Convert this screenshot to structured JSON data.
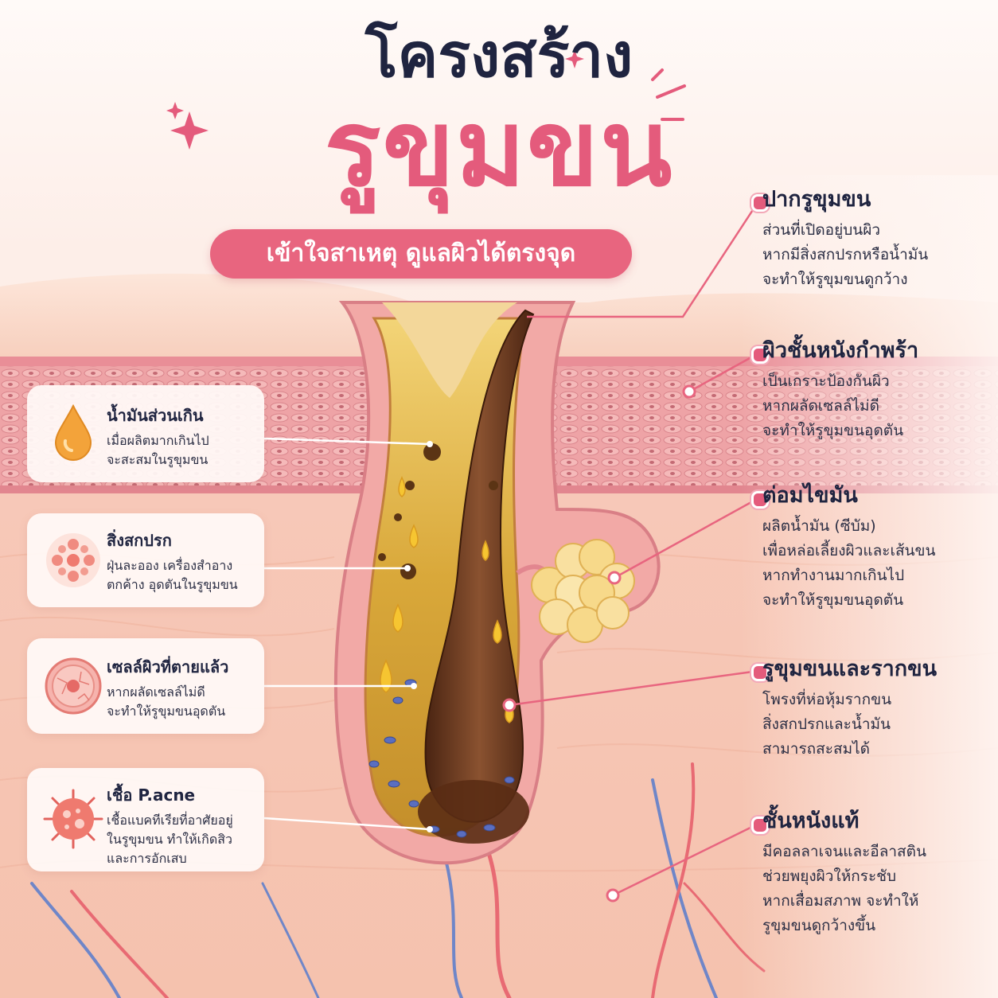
{
  "header": {
    "title_line1": "โครงสร้าง",
    "title_line2": "รูขุมขน",
    "subtitle": "เข้าใจสาเหตุ ดูแลผิวได้ตรงจุด"
  },
  "left_cards": [
    {
      "title": "น้ำมันส่วนเกิน",
      "lines": [
        "เมื่อผลิตมากเกินไป",
        "จะสะสมในรูขุมขน"
      ]
    },
    {
      "title": "สิ่งสกปรก",
      "lines": [
        "ฝุ่นละออง เครื่องสำอาง",
        "ตกค้าง อุดตันในรูขุมขน"
      ]
    },
    {
      "title": "เซลล์ผิวที่ตายแล้ว",
      "lines": [
        "หากผลัดเซลล์ไม่ดี",
        "จะทำให้รูขุมขนอุดตัน"
      ]
    },
    {
      "title": "เชื้อ P.acne",
      "lines": [
        "เชื้อแบคทีเรียที่อาศัยอยู่",
        "ในรูขุมขน ทำให้เกิดสิว",
        "และการอักเสบ"
      ]
    }
  ],
  "right_labels": [
    {
      "title": "ปากรูขุมขน",
      "lines": [
        "ส่วนที่เปิดอยู่บนผิว",
        "หากมีสิ่งสกปรกหรือน้ำมัน",
        "จะทำให้รูขุมขนดูกว้าง"
      ]
    },
    {
      "title": "ผิวชั้นหนังกำพร้า",
      "lines": [
        "เป็นเกราะป้องกันผิว",
        "หากผลัดเซลล์ไม่ดี",
        "จะทำให้รูขุมขนอุดตัน"
      ]
    },
    {
      "title": "ต่อมไขมัน",
      "lines": [
        "ผลิตน้ำมัน (ซีบัม)",
        "เพื่อหล่อเลี้ยงผิวและเส้นขน",
        "หากทำงานมากเกินไป",
        "จะทำให้รูขุมขนอุดตัน"
      ]
    },
    {
      "title": "รูขุมขนและรากขน",
      "lines": [
        "โพรงที่ห่อหุ้มรากขน",
        "สิ่งสกปรกและน้ำมัน",
        "สามารถสะสมได้"
      ]
    },
    {
      "title": "ชั้นหนังแท้",
      "lines": [
        "มีคอลลาเจนและอีลาสติน",
        "ช่วยพยุงผิวให้กระชับ",
        "หากเสื่อมสภาพ จะทำให้",
        "รูขุมขนดูกว้างขึ้น"
      ]
    }
  ],
  "colors": {
    "accent_pink": "#e45b7c",
    "navy_text": "#1f2440",
    "skin": "#f6c2b0",
    "epidermis": "#f0a7a8",
    "sebum": "#e9bd3d",
    "hair": "#6a3a20",
    "sebaceous_gland": "#f7d98a",
    "bacteria": "#5a6ec0"
  },
  "icons": [
    "oil-drop-icon",
    "dirt-particles-icon",
    "dead-skin-cell-icon",
    "bacteria-icon"
  ]
}
